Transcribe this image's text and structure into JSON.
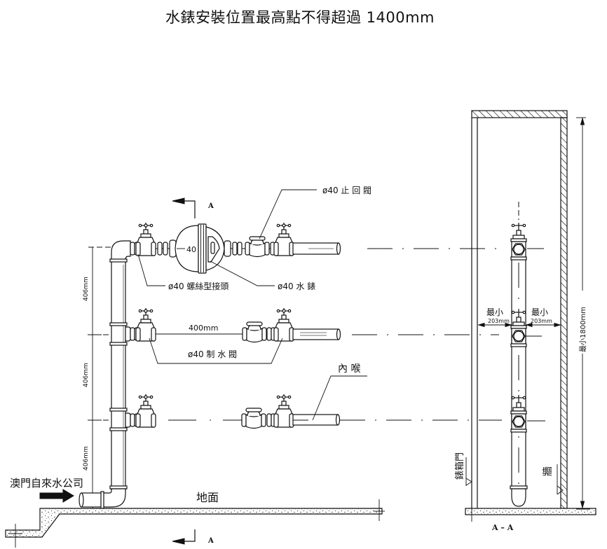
{
  "title": "水錶安裝位置最高點不得超過 1400mm",
  "elevation": {
    "check_valve_label": "ø40 止 回 閥",
    "union_label": "ø40 螺絲型接頭",
    "meter_label": "ø40 水 錶",
    "meter_size": "40",
    "valve_spacing": "400mm",
    "stop_valve_label": "ø40 制 水 閥",
    "inner_pipe_label": "內 喉",
    "supplier_label": "澳門自來水公司",
    "ground_label": "地面",
    "riser_spacing": [
      "406mm",
      "406mm",
      "406mm"
    ],
    "section_cut_top": "A",
    "section_cut_bottom": "A"
  },
  "section": {
    "title": "A – A",
    "min_clearance_left": {
      "label": "最小",
      "value": "203mm"
    },
    "min_clearance_right": {
      "label": "最小",
      "value": "203mm"
    },
    "min_height": "最小1800mm",
    "meter_box_door_label": "錶箱門",
    "wall_label": "牆"
  }
}
